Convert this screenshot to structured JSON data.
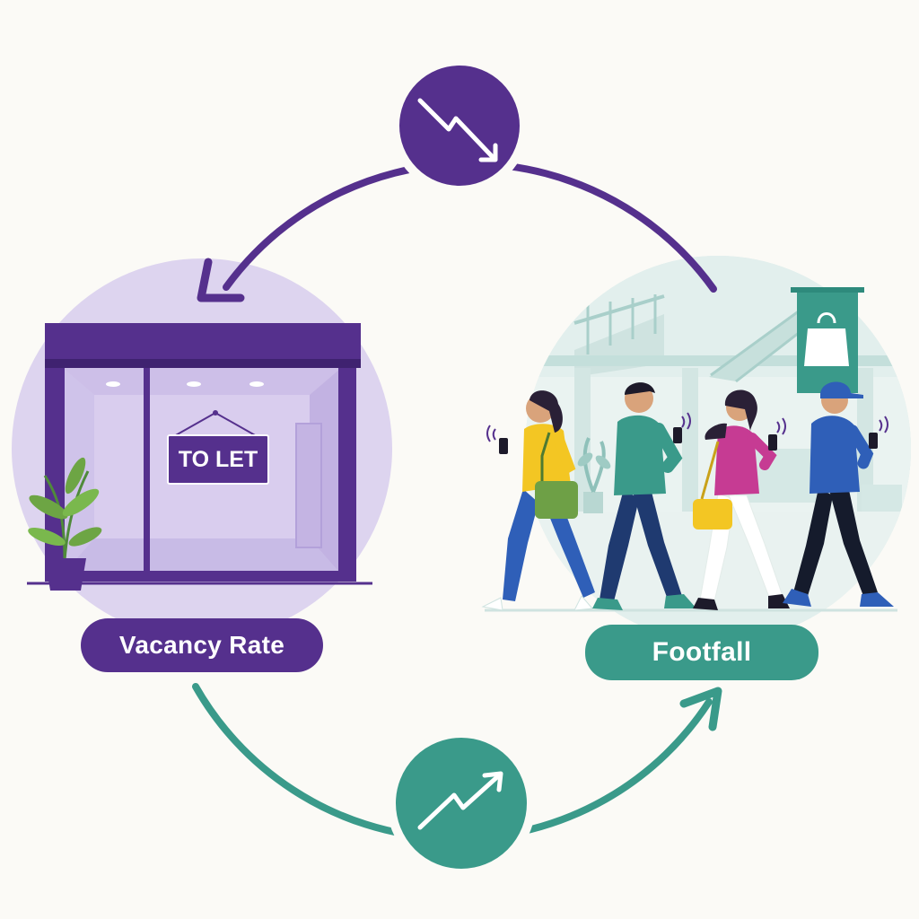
{
  "labels": {
    "vacancy": "Vacancy Rate",
    "footfall": "Footfall",
    "sign": "TO LET"
  },
  "colors": {
    "purple": "#55308d",
    "teal": "#3a9a8a",
    "background": "#fbfaf6",
    "vacancy_halo": "#ddd4ef",
    "footfall_halo": "#dcebe9"
  },
  "icons": {
    "top": "trend-down-icon",
    "bottom": "trend-up-icon",
    "banner": "shopping-bag-icon"
  }
}
